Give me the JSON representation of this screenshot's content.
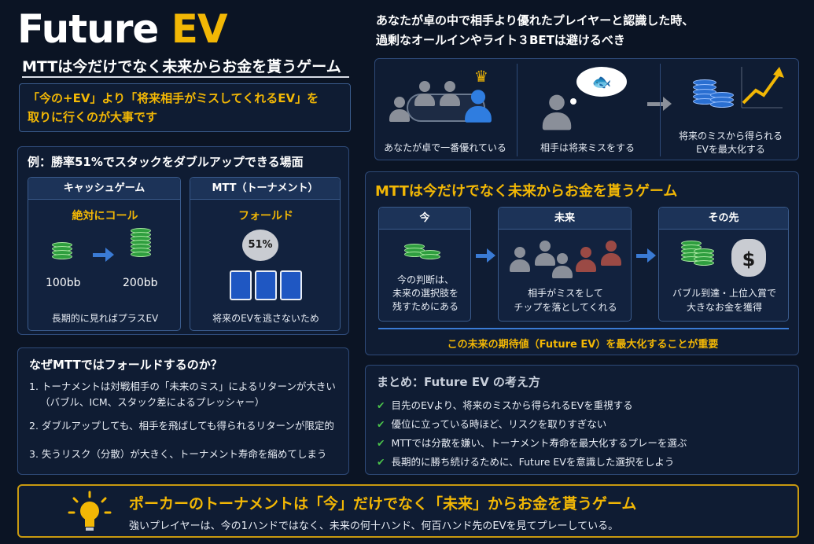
{
  "header": {
    "title_white": "Future",
    "title_gold": "EV",
    "subtitle": "MTTは今だけでなく未来からお金を貰うゲーム"
  },
  "highlight": {
    "line1": "「今の+EV」より「将来相手がミスしてくれるEV」を",
    "line2": "取りに行くのが大事です"
  },
  "top_right": {
    "line1": "あなたが卓の中で相手より優れたプレイヤーと認識した時、",
    "line2": "過剰なオールインやライト３BETは避けるべき",
    "captions": [
      "あなたが卓で一番優れている",
      "相手は将来ミスをする",
      "将来のミスから得られる",
      "EVを最大化する"
    ]
  },
  "example": {
    "title": "例：勝率51%でスタックをダブルアップできる場面",
    "cash": {
      "head": "キャッシュゲーム",
      "action": "絶対にコール",
      "from": "100bb",
      "to": "200bb",
      "note": "長期的に見ればプラスEV"
    },
    "mtt": {
      "head": "MTT（トーナメント）",
      "action": "フォールド",
      "bubble": "51%",
      "note": "将来のEVを逃さないため"
    }
  },
  "why": {
    "title": "なぜMTTではフォールドするのか？",
    "items": [
      "1. トーナメントは対戦相手の「未来のミス」によるリターンが大きい",
      "（バブル、ICM、スタック差によるプレッシャー）",
      "2. ダブルアップしても、相手を飛ばしても得られるリターンが限定的",
      "3. 失うリスク（分散）が大きく、トーナメント寿命を縮めてしまう"
    ]
  },
  "flow": {
    "title": "MTTは今だけでなく未来からお金を貰うゲーム",
    "steps": [
      {
        "head": "今",
        "lines": [
          "今の判断は、",
          "未来の選択肢を",
          "残すためにある"
        ]
      },
      {
        "head": "未来",
        "lines": [
          "相手がミスをして",
          "チップを落としてくれる"
        ]
      },
      {
        "head": "その先",
        "lines": [
          "バブル到達・上位入賞で",
          "大きなお金を獲得"
        ]
      }
    ],
    "footer": "この未来の期待値（Future EV）を最大化することが重要"
  },
  "summary": {
    "title": "まとめ：Future EV の考え方",
    "items": [
      "目先のEVより、将来のミスから得られるEVを重視する",
      "優位に立っている時ほど、リスクを取りすぎない",
      "MTTでは分散を嫌い、トーナメント寿命を最大化するプレーを選ぶ",
      "長期的に勝ち続けるために、Future EVを意識した選択をしよう"
    ]
  },
  "banner": {
    "headline": "ポーカーのトーナメントは「今」だけでなく「未来」からお金を貰うゲーム",
    "sub": "強いプレイヤーは、今の1ハンドではなく、未来の何十ハンド、何百ハンド先のEVを見てプレーしている。"
  },
  "icons": [
    "crown-icon",
    "fish-thought-icon",
    "chips-icon",
    "growth-arrow-icon",
    "money-bag-icon",
    "lightbulb-icon",
    "check-icon",
    "cards-icon"
  ],
  "colors": {
    "accent": "#f2b705",
    "background": "#0b1424",
    "panel_border": "#2e4a78",
    "check": "#4bc44b",
    "arrow": "#3a7bd5"
  }
}
